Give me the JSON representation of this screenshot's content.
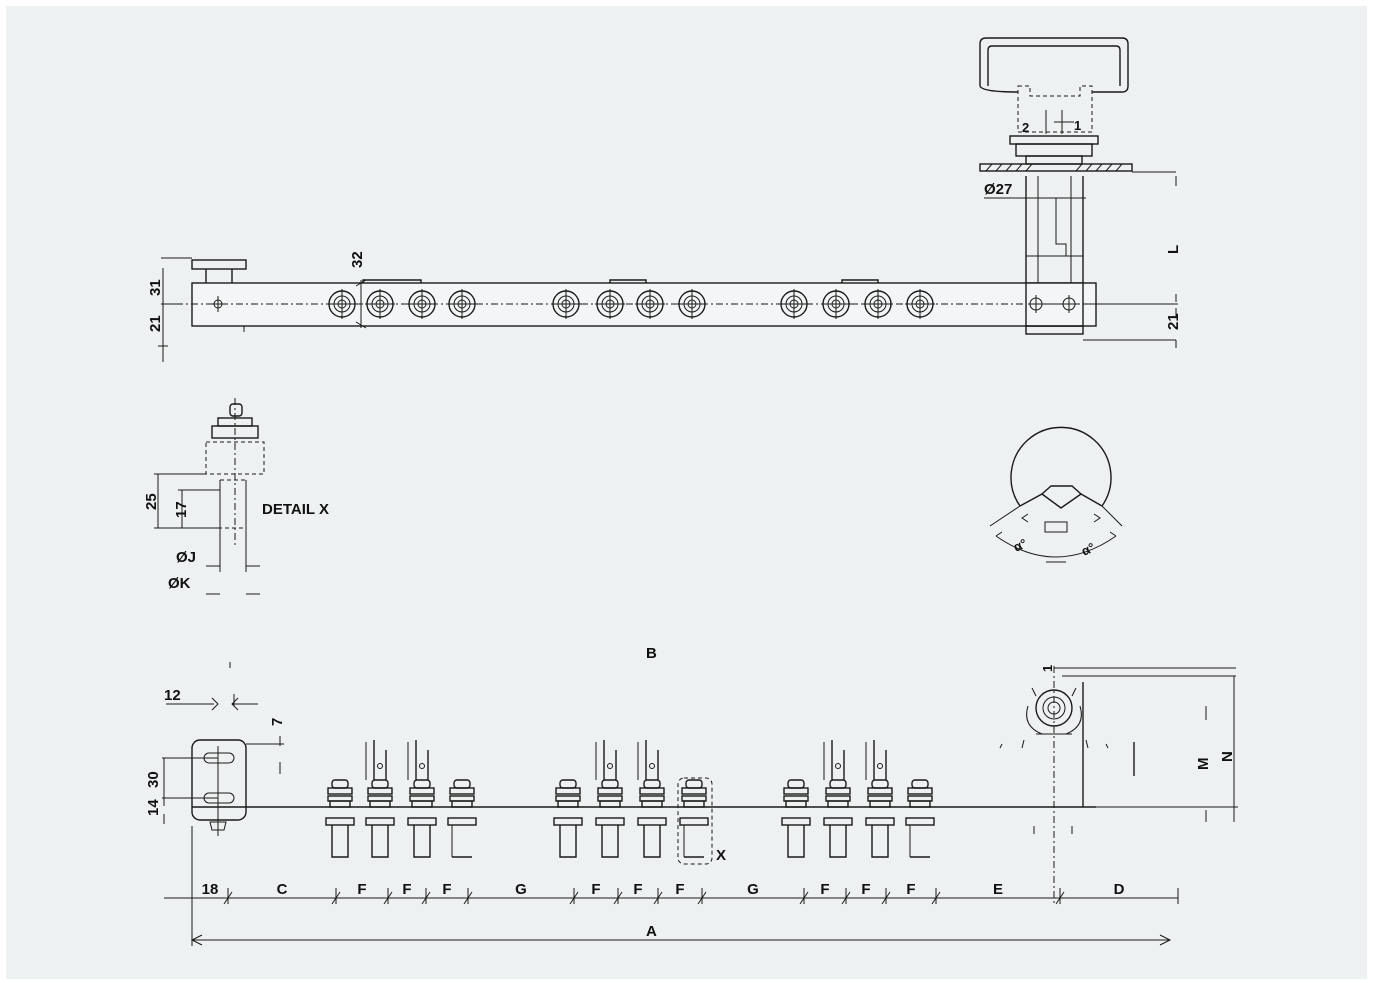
{
  "top_view": {
    "dims": {
      "d31": "31",
      "d21_left": "21",
      "d32": "32",
      "d27": "Ø27",
      "dL": "L",
      "d21_right": "21"
    },
    "handle_marks": {
      "m2": "2",
      "m1": "1"
    }
  },
  "detail_view": {
    "dims": {
      "d25": "25",
      "d17": "17",
      "dJ": "ØJ",
      "dK": "ØK"
    },
    "caption": "DETAIL X"
  },
  "front_view": {
    "section_label": "B",
    "dims": {
      "d12": "12",
      "d7": "7",
      "d30": "30",
      "d14": "14",
      "d1": "1",
      "dM": "M",
      "dN": "N"
    },
    "detail_marker": "X",
    "bottom_dims": [
      "18",
      "C",
      "F",
      "F",
      "F",
      "G",
      "F",
      "F",
      "F",
      "G",
      "F",
      "F",
      "F",
      "E",
      "D"
    ],
    "overall": "A"
  }
}
